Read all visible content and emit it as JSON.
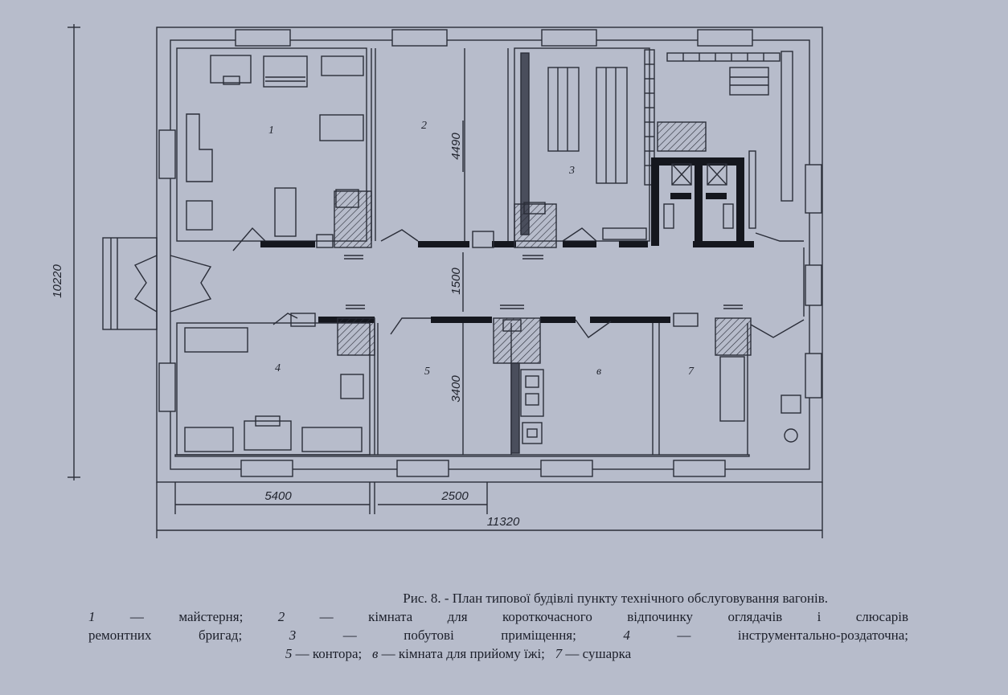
{
  "figure": {
    "dimensions": {
      "overall_length": "11320",
      "overall_width": "10220",
      "room_1_width": "5400",
      "room_5_width": "2500",
      "corridor_width": "1500",
      "room_2_depth": "4490",
      "room_5_depth": "3400"
    },
    "room_labels": [
      "1",
      "2",
      "3",
      "4",
      "5",
      "в",
      "7"
    ]
  },
  "caption": {
    "title_prefix": "Рис. 8. -",
    "title": "План типової будівлі пункту технічного обслуговування вагонів.",
    "legend": [
      {
        "num": "1",
        "text": "майстерня;"
      },
      {
        "num": "2",
        "text": "кімната для короткочасного відпочинку оглядачів і слюсарів"
      },
      {
        "num": "",
        "text": "ремонтних бригад;"
      },
      {
        "num": "3",
        "text": "побутові приміщення;"
      },
      {
        "num": "4",
        "text": "інструментально-роздаточна;"
      },
      {
        "num": "5",
        "text": "контора;"
      },
      {
        "num": "в",
        "text": "кімната для прийому їжі;"
      },
      {
        "num": "7",
        "text": "сушарка"
      }
    ]
  }
}
